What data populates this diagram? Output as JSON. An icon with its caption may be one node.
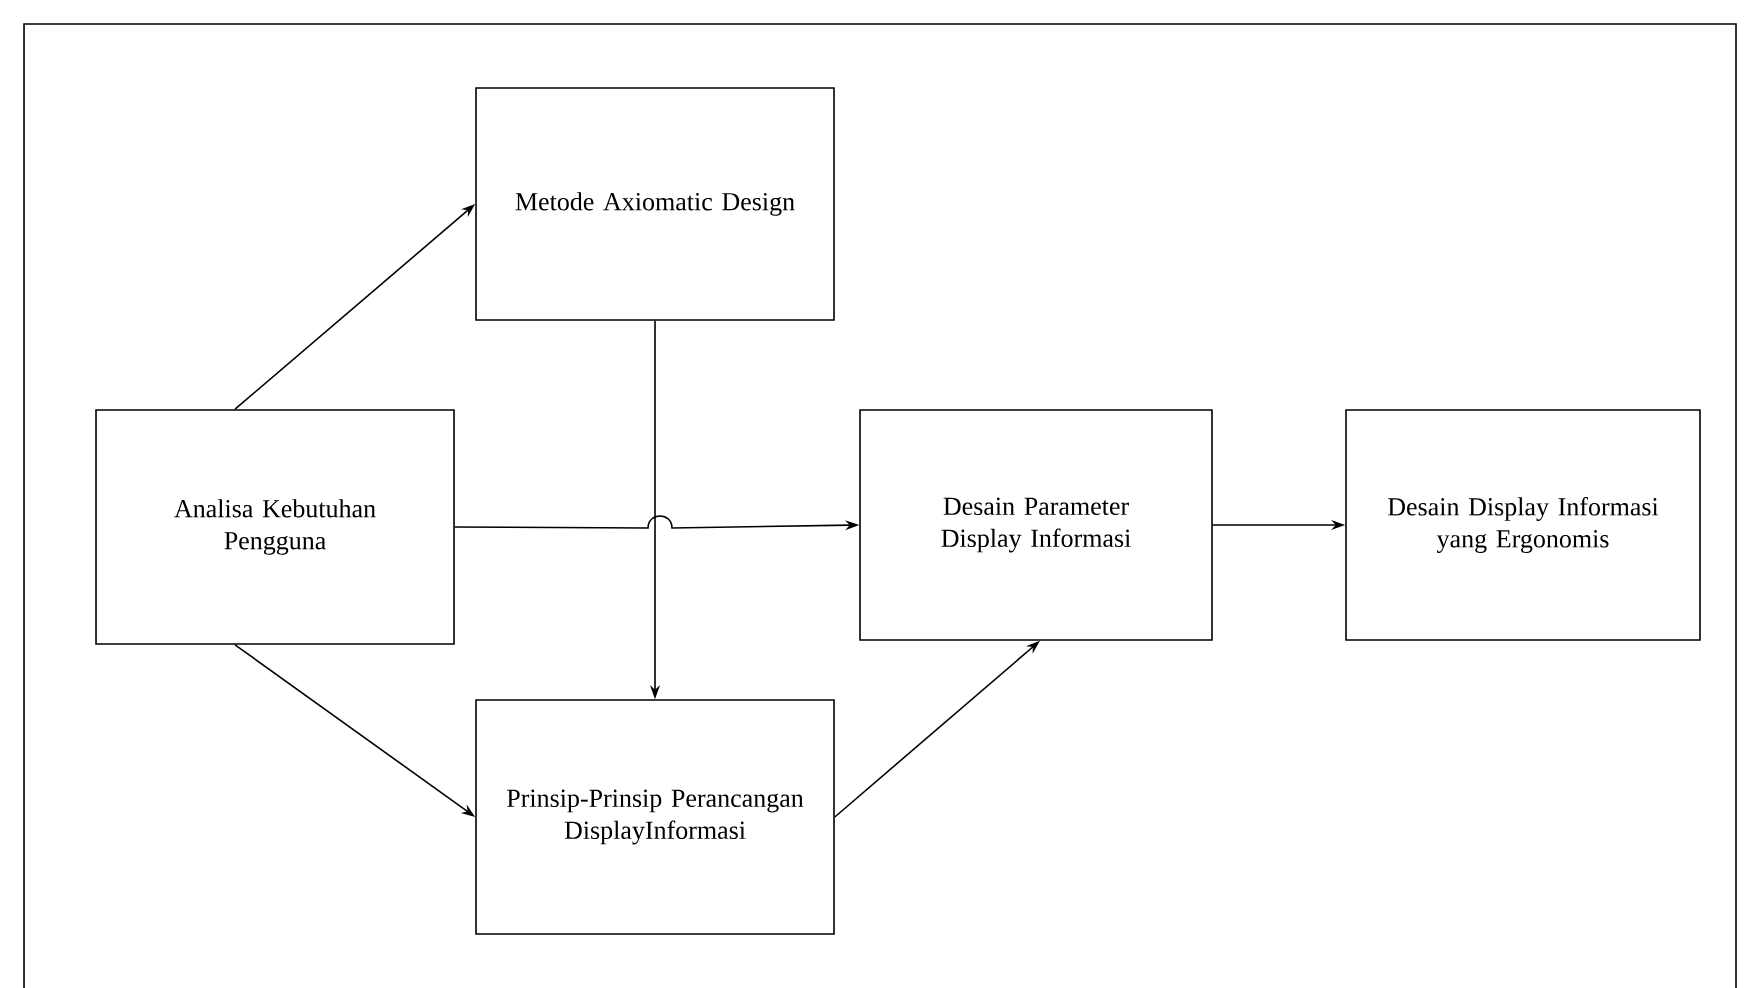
{
  "diagram": {
    "nodes": [
      {
        "text": [
          "Analisa Kebutuhan Pengguna"
        ]
      },
      {
        "text": [
          "Metode Axiomatic Design"
        ]
      },
      {
        "text": [
          "Prinsip-Prinsip Perancangan DisplayInformasi"
        ]
      },
      {
        "text": [
          "Desain Parameter Display Informasi"
        ]
      },
      {
        "text": [
          "Desain Display Informasi yang Ergonomis"
        ]
      }
    ],
    "edges": [
      {
        "from": 0,
        "to": 1,
        "arrow": "to"
      },
      {
        "from": 0,
        "to": 2,
        "arrow": "to"
      },
      {
        "from": 0,
        "to": 3,
        "arrow": "to"
      },
      {
        "from": 1,
        "to": 2,
        "arrow": "to"
      },
      {
        "from": 2,
        "to": 3,
        "arrow": "to"
      },
      {
        "from": 3,
        "to": 4,
        "arrow": "to"
      }
    ]
  }
}
